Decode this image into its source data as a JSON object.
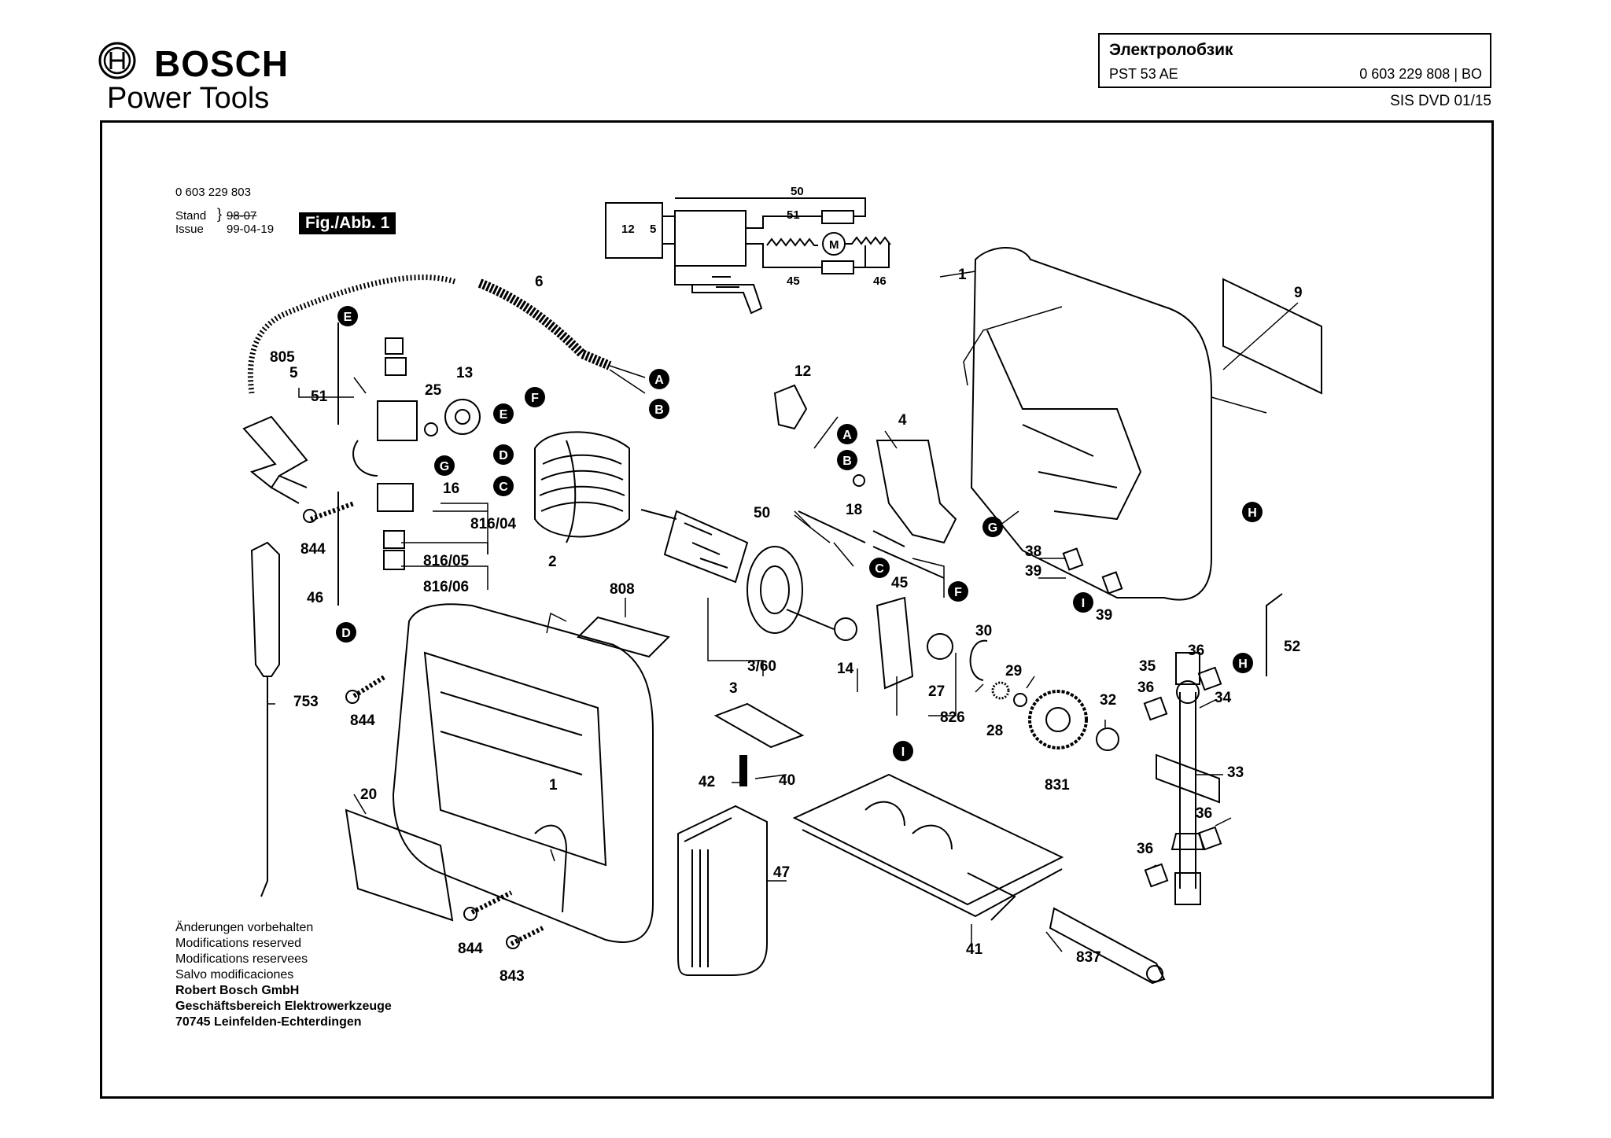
{
  "brand": {
    "name": "BOSCH",
    "division": "Power Tools",
    "emblem": "bosch-armature-icon"
  },
  "title_block": {
    "product_name": "Электролобзик",
    "model": "PST 53 AE",
    "part_number": "0 603 229 808 | BO",
    "source": "SIS DVD 01/15"
  },
  "drawing_header": {
    "base_number": "0 603 229 803",
    "stand_label": "Stand",
    "issue_label": "Issue",
    "old_date": "98-07",
    "date": "99-04-19",
    "figure": "Fig./Abb. 1"
  },
  "wiring": {
    "labels": [
      "50",
      "51",
      "12",
      "5",
      "M",
      "45",
      "46"
    ]
  },
  "parts": [
    "1",
    "2",
    "3",
    "3/60",
    "4",
    "5",
    "6",
    "9",
    "12",
    "13",
    "14",
    "16",
    "18",
    "20",
    "25",
    "27",
    "28",
    "29",
    "30",
    "32",
    "33",
    "34",
    "35",
    "36",
    "38",
    "39",
    "40",
    "41",
    "42",
    "45",
    "46",
    "47",
    "50",
    "51",
    "52",
    "753",
    "805",
    "808",
    "816/04",
    "816/05",
    "816/06",
    "826",
    "831",
    "837",
    "843",
    "844"
  ],
  "connectors": [
    "A",
    "B",
    "C",
    "D",
    "E",
    "F",
    "G",
    "H",
    "I"
  ],
  "notes": {
    "line1": "Änderungen vorbehalten",
    "line2": "Modifications reserved",
    "line3": "Modifications reservees",
    "line4": "Salvo modificaciones",
    "company": "Robert Bosch GmbH",
    "unit": "Geschäftsbereich Elektrowerkzeuge",
    "address": "70745 Leinfelden-Echterdingen"
  }
}
